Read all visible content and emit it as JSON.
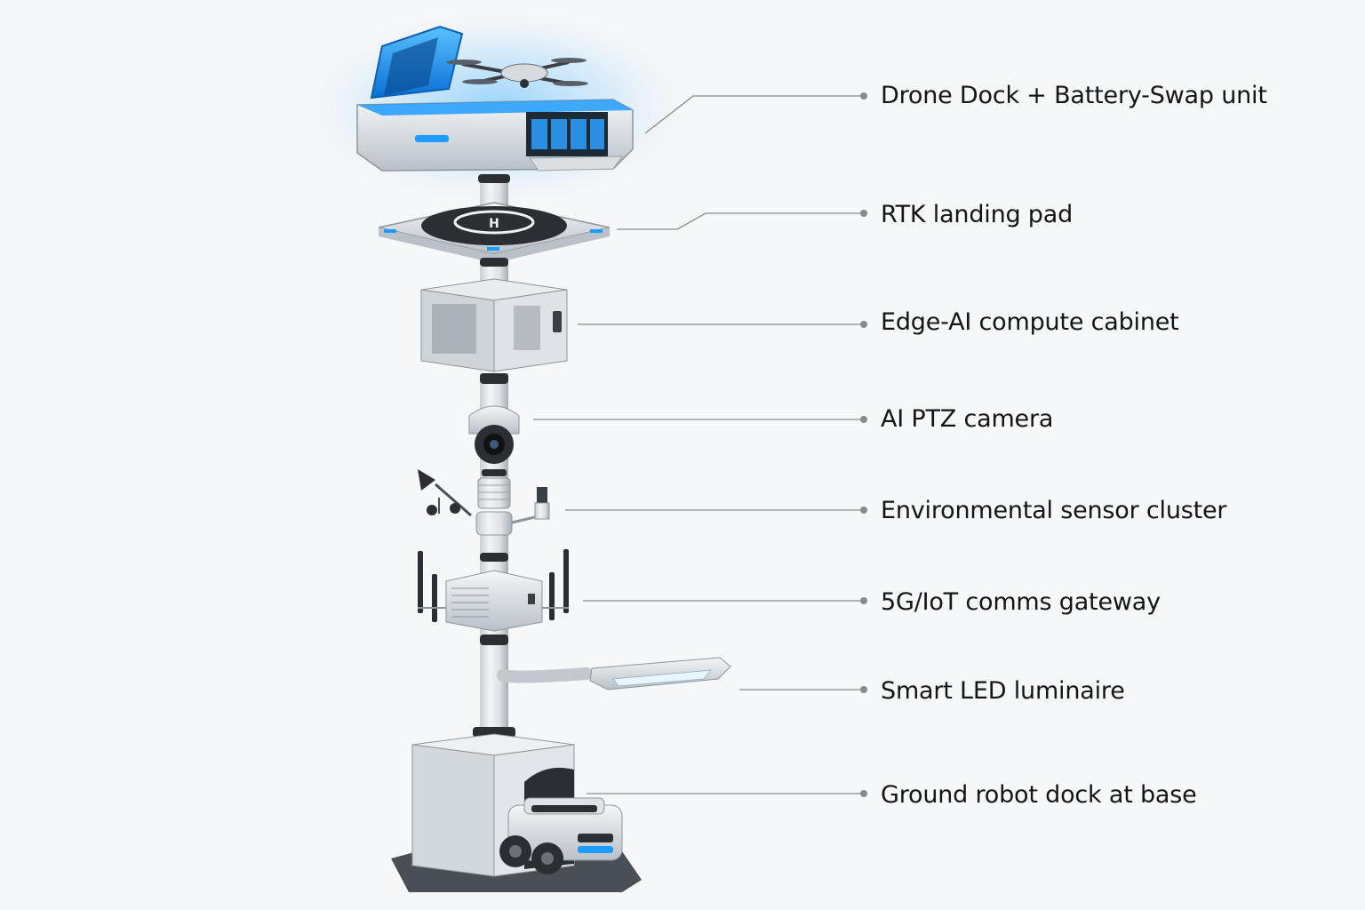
{
  "labels": {
    "drone_dock": "Drone Dock + Battery-Swap unit",
    "landing_pad": "RTK landing pad",
    "compute_cabinet": "Edge-AI compute cabinet",
    "ptz_camera": "AI PTZ camera",
    "sensor_cluster": "Environmental sensor cluster",
    "comms_gateway": "5G/IoT comms gateway",
    "led_luminaire": "Smart LED luminaire",
    "robot_dock": "Ground robot dock at base"
  },
  "colors": {
    "accent_blue": "#1e9bff",
    "leader_line": "#8a8a8a",
    "metal_light": "#e4e7ea",
    "metal_dark": "#9aa1a8",
    "ring_dark": "#2b2e33"
  }
}
